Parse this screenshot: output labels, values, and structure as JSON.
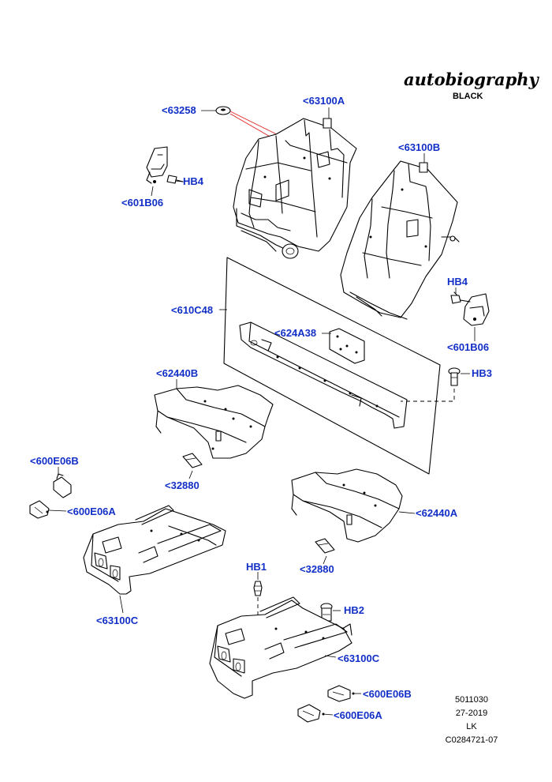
{
  "brand": {
    "script": "autobiography",
    "sub": "BLACK"
  },
  "labels": {
    "c63258": "<63258",
    "c63100A": "<63100A",
    "c63100B": "<63100B",
    "hb4_left": "HB4",
    "c601B06_left": "<601B06",
    "hb4_right": "HB4",
    "c601B06_right": "<601B06",
    "c610C48": "<610C48",
    "c624A38": "<624A38",
    "c62440B": "<62440B",
    "hb3": "HB3",
    "c600E06B_left": "<600E06B",
    "c32880_upper": "<32880",
    "c600E06A_left": "<600E06A",
    "c62440A": "<62440A",
    "hb1": "HB1",
    "c32880_lower": "<32880",
    "hb2": "HB2",
    "c63100C_left": "<63100C",
    "c63100C_right": "<63100C",
    "c600E06B_right": "<600E06B",
    "c600E06A_right": "<600E06A"
  },
  "reference": {
    "line1": "5011030",
    "line2": "27-2019",
    "line3": "LK",
    "line4": "C0284721-07"
  },
  "colors": {
    "callout": "#1230c8",
    "leader_red": "#e02020",
    "line": "#000000"
  }
}
